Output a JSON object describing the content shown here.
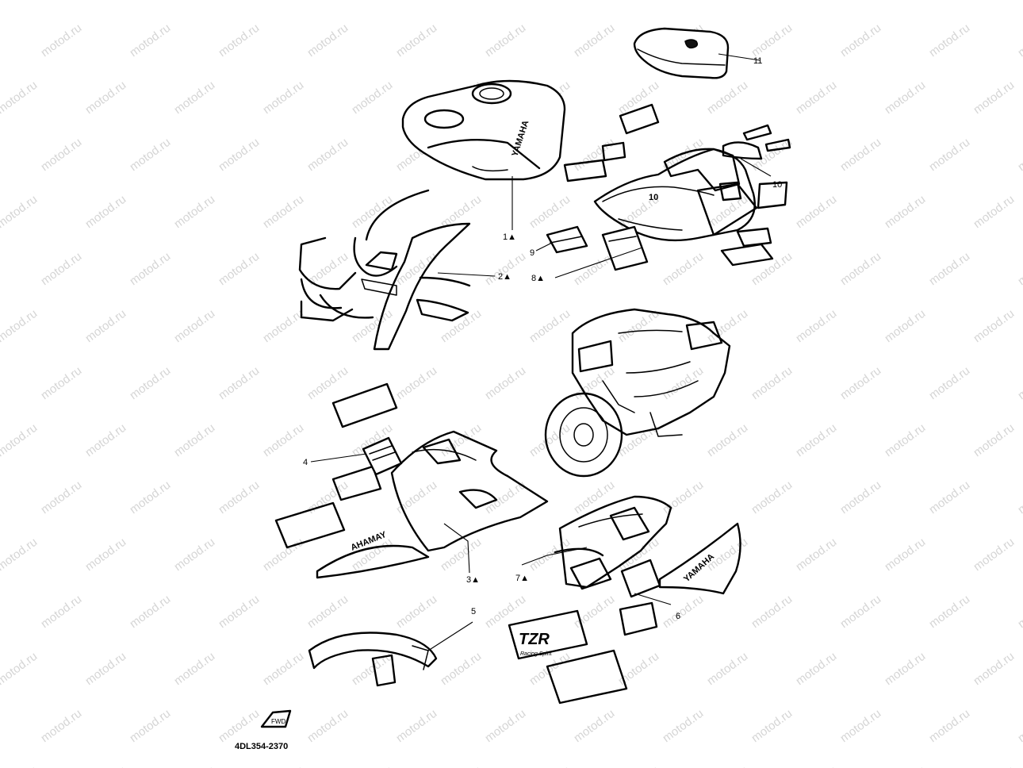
{
  "watermark_text": "motod.ru",
  "diagram_code": "4DL354-2370",
  "front_arrow_label": "FWD",
  "decal_texts": {
    "tank_logo": "YAMAHA",
    "side_logo": "YAMAHA",
    "lower_logo": "YAMAHA",
    "tzr_logo": "TZR",
    "tzr_sub": "Racing Spirit",
    "race_number": "10"
  },
  "callouts": [
    {
      "id": "1",
      "label": "1▲"
    },
    {
      "id": "2",
      "label": "2▲"
    },
    {
      "id": "3",
      "label": "3▲"
    },
    {
      "id": "4",
      "label": "4"
    },
    {
      "id": "5",
      "label": "5"
    },
    {
      "id": "6",
      "label": "6"
    },
    {
      "id": "7",
      "label": "7▲"
    },
    {
      "id": "8",
      "label": "8▲"
    },
    {
      "id": "9",
      "label": "9"
    },
    {
      "id": "10",
      "label": "10"
    },
    {
      "id": "11",
      "label": "11"
    }
  ]
}
